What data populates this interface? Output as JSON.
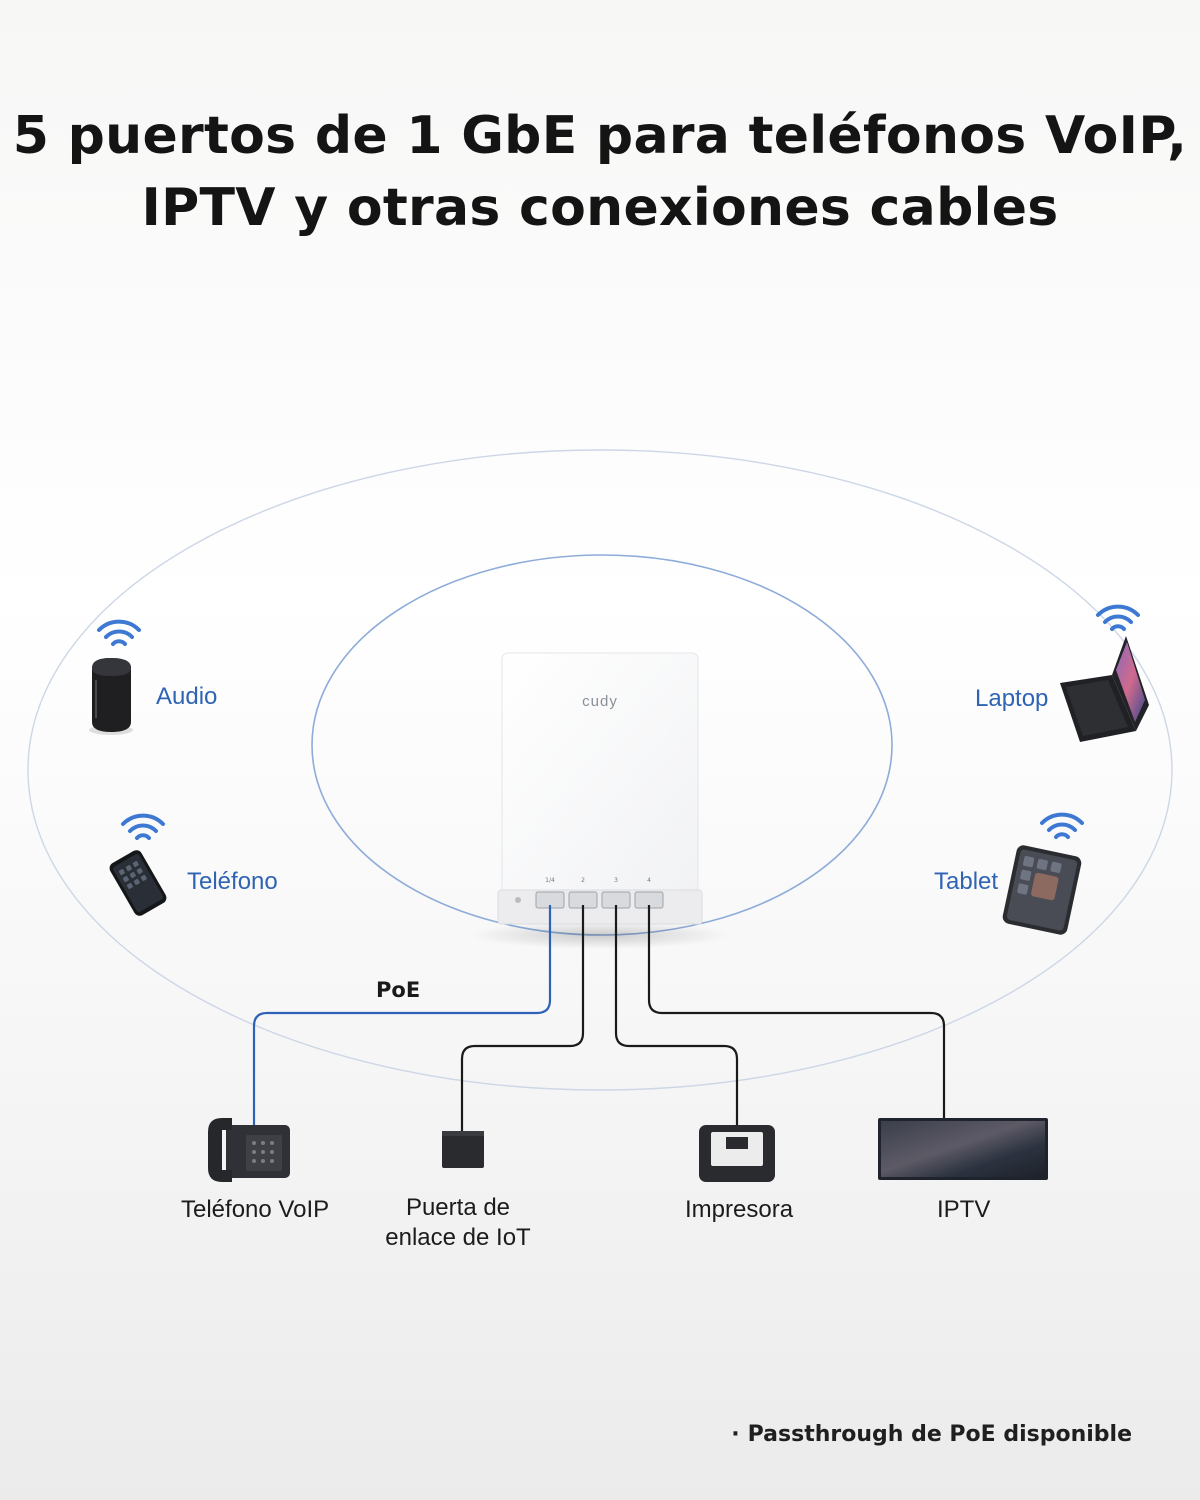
{
  "headline": {
    "line1": "5 puertos de 1 GbE para teléfonos VoIP,",
    "line2": "IPTV y otras conexiones cables"
  },
  "device": {
    "brand": "cudy",
    "port_labels": [
      "1/4",
      "2",
      "3",
      "4"
    ]
  },
  "wireless_devices": [
    {
      "label": "Audio",
      "icon": "smart-speaker-icon"
    },
    {
      "label": "Teléfono",
      "icon": "smartphone-icon"
    },
    {
      "label": "Laptop",
      "icon": "laptop-icon"
    },
    {
      "label": "Tablet",
      "icon": "tablet-icon"
    }
  ],
  "wired_devices": [
    {
      "label": "Teléfono VoIP",
      "icon": "desk-phone-icon"
    },
    {
      "label_line1": "Puerta de",
      "label_line2": "enlace de IoT",
      "icon": "iot-gateway-icon"
    },
    {
      "label": "Impresora",
      "icon": "printer-icon"
    },
    {
      "label": "IPTV",
      "icon": "tv-icon"
    }
  ],
  "poe_label": "PoE",
  "footnote": {
    "bullet": "·",
    "text": "Passthrough de PoE disponible"
  },
  "colors": {
    "wifi_blue": "#3d78d2",
    "poe_cable": "#2e62b8",
    "cable_black": "#1a1a1a",
    "label_blue": "#2f64b4",
    "ring": "#8eacd9"
  }
}
